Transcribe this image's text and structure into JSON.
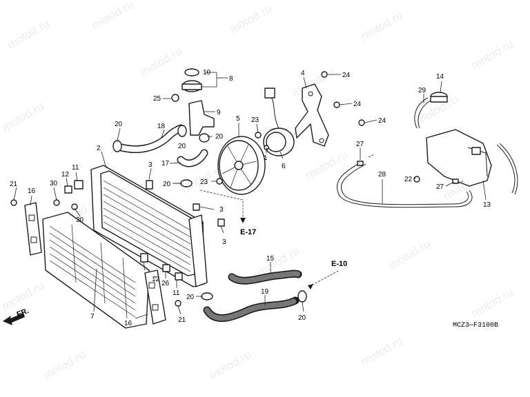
{
  "watermark": "motod.ru",
  "diagram_code": "MCZ3—F3100B",
  "front_label": "FR.",
  "refs": {
    "e17": "E-17",
    "e10": "E-10"
  },
  "callouts": {
    "c1": "1",
    "c2": "2",
    "c3a": "3",
    "c3b": "3",
    "c3c": "3",
    "c4": "4",
    "c5": "5",
    "c6": "6",
    "c7": "7",
    "c8": "8",
    "c9": "9",
    "c10": "10",
    "c11a": "11",
    "c11b": "11",
    "c12a": "12",
    "c12b": "12",
    "c13": "13",
    "c14": "14",
    "c15": "15",
    "c16a": "16",
    "c16b": "16",
    "c17": "17",
    "c18": "18",
    "c19": "19",
    "c20a": "20",
    "c20b": "20",
    "c20c": "20",
    "c20d": "20",
    "c20e": "20",
    "c20f": "20",
    "c21a": "21",
    "c21b": "21",
    "c22": "22",
    "c23a": "23",
    "c23b": "23",
    "c24a": "24",
    "c24b": "24",
    "c24c": "24",
    "c25": "25",
    "c26": "26",
    "c27a": "27",
    "c27b": "27",
    "c28": "28",
    "c29": "29",
    "c30a": "30",
    "c30b": "30"
  }
}
